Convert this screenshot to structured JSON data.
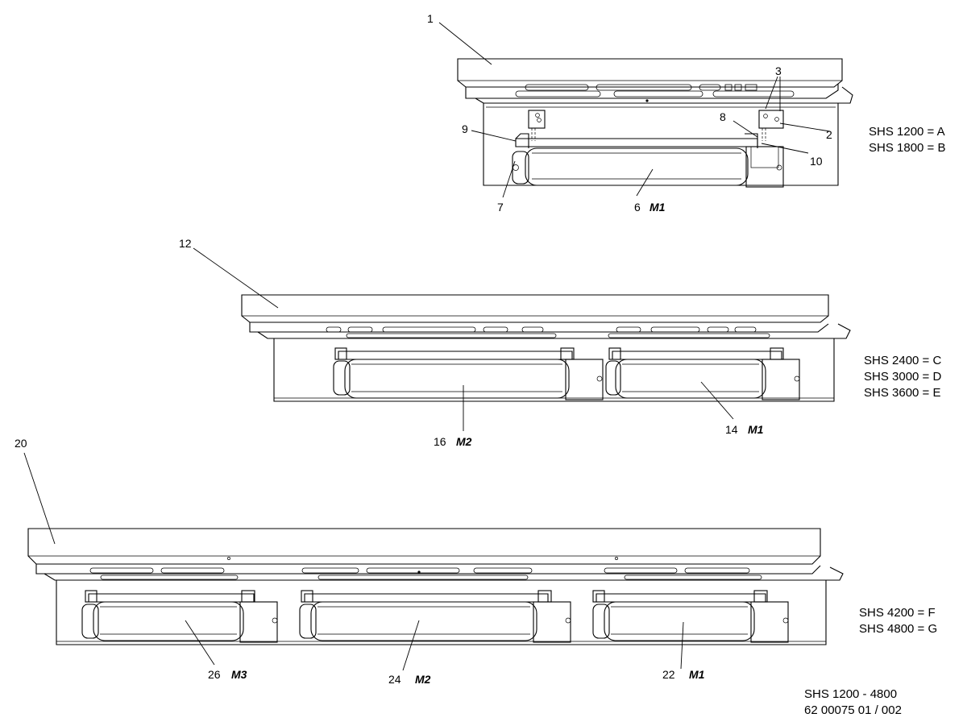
{
  "assemblies": [
    {
      "labels": {
        "housing": "1",
        "bracket": "2",
        "screw": "3",
        "fan": "6",
        "fan_end": "7",
        "pin": "8",
        "clip_left": "9",
        "clip_right": "10"
      },
      "motor": "M1",
      "variants": [
        "SHS 1200 = A",
        "SHS 1800 = B"
      ]
    },
    {
      "labels": {
        "housing": "12",
        "fan_a": "14",
        "fan_b": "16"
      },
      "motors": [
        "M1",
        "M2"
      ],
      "variants": [
        "SHS 2400 = C",
        "SHS 3000 = D",
        "SHS 3600 = E"
      ]
    },
    {
      "labels": {
        "housing": "20",
        "fan_a": "22",
        "fan_b": "24",
        "fan_c": "26"
      },
      "motors": [
        "M1",
        "M2",
        "M3"
      ],
      "variants": [
        "SHS 4200 = F",
        "SHS 4800 = G"
      ]
    }
  ],
  "footer": {
    "range": "SHS 1200 - 4800",
    "doc_number": "62 00075 01 / 002"
  }
}
